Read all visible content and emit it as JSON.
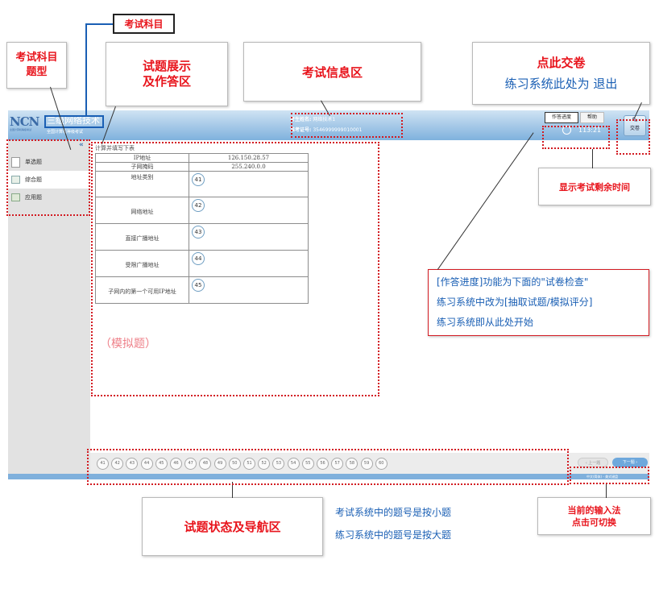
{
  "annotations": {
    "subject_tag": "考试科目",
    "left_box": "考试科目\n题型",
    "display_box": "试题展示\n及作答区",
    "info_box": "考试信息区",
    "submit_title": "点此交卷",
    "submit_sub": "练习系统此处为 退出",
    "timer_box": "显示考试剩余时间",
    "progress_note_lines": [
      "[作答进度]功能为下面的\"试卷检查\"",
      "练习系统中改为[抽取试题/模拟评分]",
      "练习系统即从此处开始"
    ],
    "nav_box": "试题状态及导航区",
    "nav_note_lines": [
      "考试系统中的题号是按小题",
      "练习系统中的题号是按大题"
    ],
    "ime_box": "当前的输入法\n点击可切换",
    "mock_label": "（模拟题）"
  },
  "app": {
    "logo_text": "NCN",
    "logo_sub": "全国计算机等级考试",
    "subject_title": "三级网络技术",
    "subject_sub": "全国计算机等级考试",
    "candidate_label": "考生姓名:",
    "candidate_name": "网络技术1",
    "ticket_label": "准考证号:",
    "ticket_no": "3546999999010001",
    "progress_btn": "作答进度",
    "help_btn": "帮助",
    "time_left": "113:21",
    "submit_btn": "交卷",
    "collapse_icon": "«",
    "sidebar": [
      {
        "label": "单选题"
      },
      {
        "label": "综合题"
      },
      {
        "label": "应用题"
      }
    ],
    "question_intro": "计算并填写下表",
    "table_rows": [
      {
        "label": "IP地址",
        "value": "126.150.28.57"
      },
      {
        "label": "子网掩码",
        "value": "255.240.0.0"
      }
    ],
    "blank_rows": [
      {
        "label": "地址类别",
        "no": "41"
      },
      {
        "label": "网络地址",
        "no": "42"
      },
      {
        "label": "直接广播地址",
        "no": "43"
      },
      {
        "label": "受限广播地址",
        "no": "44"
      },
      {
        "label": "子网内的第一个可用IP地址",
        "no": "45"
      }
    ],
    "nav_numbers": [
      "41",
      "42",
      "43",
      "44",
      "45",
      "46",
      "47",
      "48",
      "49",
      "50",
      "51",
      "52",
      "53",
      "54",
      "55",
      "56",
      "57",
      "58",
      "59",
      "60"
    ],
    "prev_btn": "上一题",
    "next_btn": "下一题",
    "ime_text": "中文(简体) - 美式键盘"
  },
  "colors": {
    "accent_red": "#e8141c",
    "header_blue": "#7fb1dd",
    "sidebar_grey": "#e2e2e2"
  }
}
